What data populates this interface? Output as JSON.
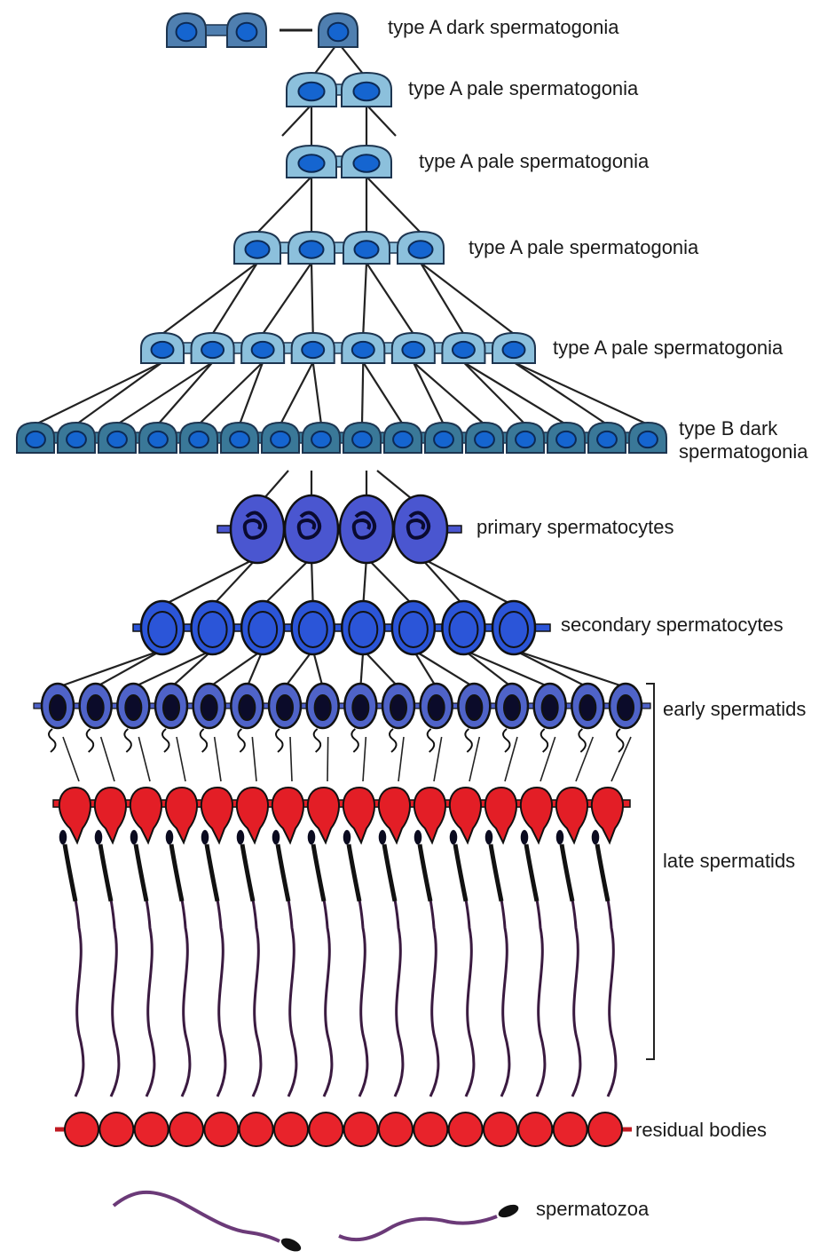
{
  "diagram": {
    "stages": [
      {
        "key": "a_dark",
        "label_lines": [
          "type A dark spermatogonia"
        ]
      },
      {
        "key": "a_pale_1",
        "label_lines": [
          "type A pale spermatogonia"
        ]
      },
      {
        "key": "a_pale_2",
        "label_lines": [
          "type A pale spermatogonia"
        ]
      },
      {
        "key": "a_pale_4",
        "label_lines": [
          "type A pale spermatogonia"
        ]
      },
      {
        "key": "a_pale_8",
        "label_lines": [
          "type A pale spermatogonia"
        ]
      },
      {
        "key": "b_dark",
        "label_lines": [
          "type B dark",
          "spermatogonia"
        ]
      },
      {
        "key": "primary",
        "label_lines": [
          "primary spermatocytes"
        ]
      },
      {
        "key": "secondary",
        "label_lines": [
          "secondary spermatocytes"
        ]
      },
      {
        "key": "early",
        "label_lines": [
          "early spermatids"
        ]
      },
      {
        "key": "late",
        "label_lines": [
          "late spermatids"
        ]
      },
      {
        "key": "residual",
        "label_lines": [
          "residual bodies"
        ]
      },
      {
        "key": "spermatozoa",
        "label_lines": [
          "spermatozoa"
        ]
      }
    ],
    "colors": {
      "dark_cell": "#4f7fb0",
      "pale_cell": "#8cc0dc",
      "b_cell": "#3a7898",
      "nucleus": "#1565d0",
      "primary": "#4a56d0",
      "secondary": "#2b55d8",
      "early": "#4f63c8",
      "late": "#e31e26",
      "residual": "#e8232b",
      "tail": "#3a1a40"
    }
  }
}
